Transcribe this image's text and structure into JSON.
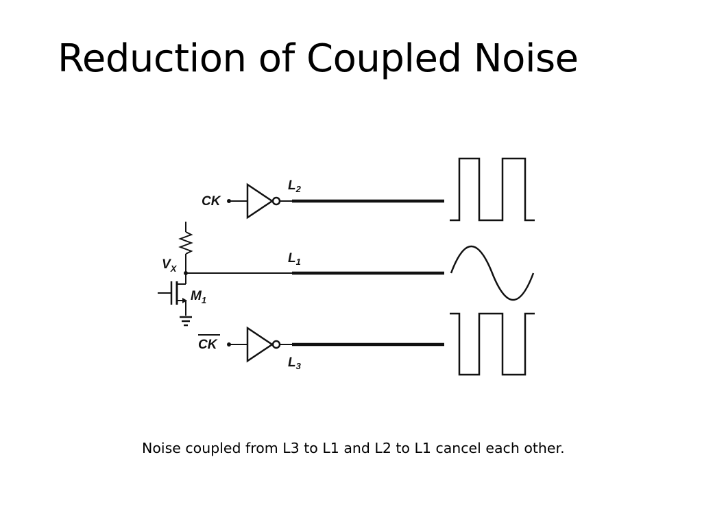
{
  "slide": {
    "title": "Reduction of Coupled Noise",
    "caption": "Noise coupled from L3 to L1 and L2 to L1 cancel each other."
  },
  "diagram": {
    "labels": {
      "ck": "CK",
      "ck_bar": "CK",
      "l2_main": "L",
      "l2_sub": "2",
      "l1_main": "L",
      "l1_sub": "1",
      "l3_main": "L",
      "l3_sub": "3",
      "vx_main": "V",
      "vx_sub": "X",
      "m1_main": "M",
      "m1_sub": "1"
    },
    "waveforms": [
      "square",
      "sine",
      "inverted-square"
    ]
  }
}
